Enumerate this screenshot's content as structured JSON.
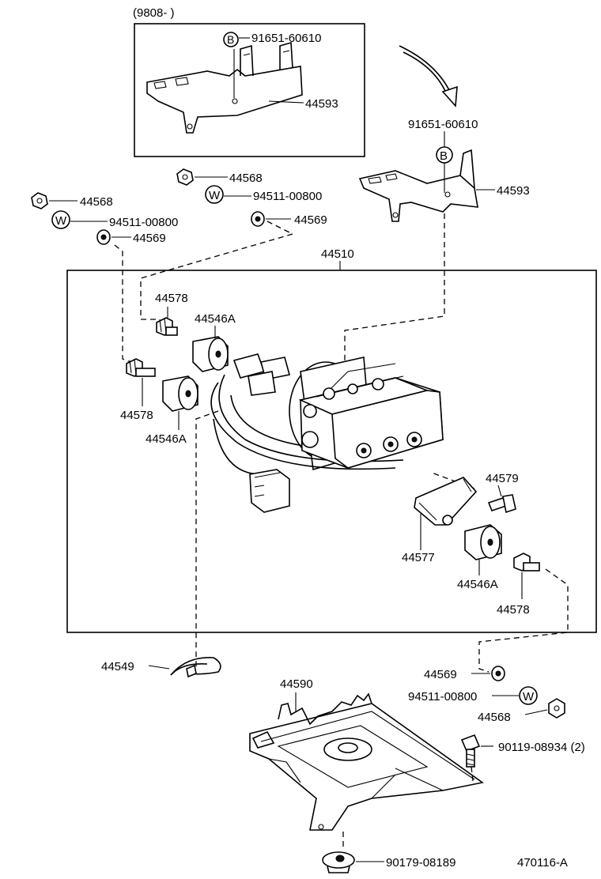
{
  "diagram": {
    "inset_label": "(9808-        )",
    "figure_id": "470116-A",
    "labels": {
      "bolt_b_inset": "91651-60610",
      "bracket_inset": "44593",
      "bolt_b": "91651-60610",
      "bracket": "44593",
      "nut_top_mid": "44568",
      "washer_top_mid": "94511-00800",
      "spacer_top_mid": "44569",
      "nut_left": "44568",
      "washer_left": "94511-00800",
      "spacer_left": "44569",
      "actuator_assy": "44510",
      "stud_upper": "44578",
      "cushion_upper": "44546A",
      "stud_lower": "44578",
      "cushion_lower": "44546A",
      "bolt_right": "44579",
      "bracket_small": "44577",
      "cushion_right": "44546A",
      "stud_right": "44578",
      "clamp": "44549",
      "base_bracket": "44590",
      "spacer_bottom": "44569",
      "washer_bottom": "94511-00800",
      "nut_bottom": "44568",
      "bolt_bottom": "90119-08934 (2)",
      "grommet": "90179-08189"
    },
    "callouts": {
      "bolt_b_inset": "B",
      "bolt_b": "B",
      "washer_top_mid": "W",
      "washer_left": "W",
      "washer_bottom": "W"
    }
  }
}
